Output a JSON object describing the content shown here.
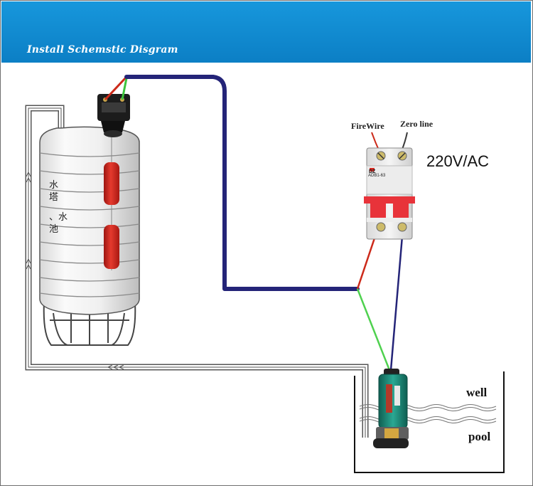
{
  "header": {
    "title": "Install Schemstic Disgram",
    "background": "#0c89d0"
  },
  "labels": {
    "firewire": "FireWire",
    "zero_line": "Zero line",
    "voltage": "220V/AC",
    "well": "well",
    "pool": "pool"
  },
  "tank": {
    "chars": [
      "水",
      "塔",
      "、水",
      "池"
    ]
  },
  "breaker": {
    "brand": "DZ",
    "model": "ADB1-63"
  },
  "colors": {
    "wire_blue": "#242478",
    "wire_red": "#cc2a1a",
    "wire_green": "#4fd14f",
    "float_red": "#d62a22",
    "breaker_red": "#e8333a",
    "pump_green": "#1f8a7a"
  },
  "icons": [
    "float-switch-icon",
    "water-tank-icon",
    "circuit-breaker-icon",
    "submersible-pump-icon",
    "water-wave-icon"
  ]
}
